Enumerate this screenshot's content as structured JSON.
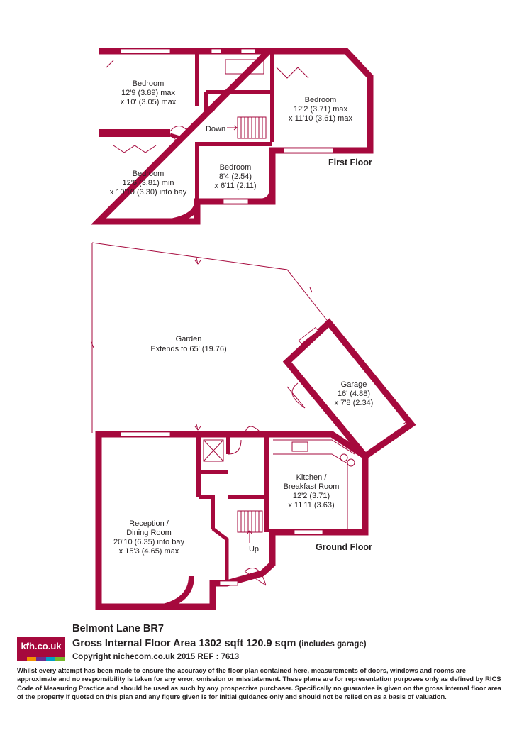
{
  "rooms": {
    "bedroom1": {
      "name": "Bedroom",
      "dim1": "12'9 (3.89) max",
      "dim2": "x 10' (3.05) max"
    },
    "bedroom2": {
      "name": "Bedroom",
      "dim1": "12'2 (3.71) max",
      "dim2": "x 11'10 (3.61) max"
    },
    "bedroom3": {
      "name": "Bedroom",
      "dim1": "12'6 (3.81) min",
      "dim2": "x 10'10 (3.30) into bay"
    },
    "bedroom4": {
      "name": "Bedroom",
      "dim1": "8'4 (2.54)",
      "dim2": "x 6'11 (2.11)"
    },
    "garden": {
      "name": "Garden",
      "dim1": "Extends to 65' (19.76)"
    },
    "garage": {
      "name": "Garage",
      "dim1": "16' (4.88)",
      "dim2": "x 7'8 (2.34)"
    },
    "kitchen": {
      "name1": "Kitchen /",
      "name2": "Breakfast Room",
      "dim1": "12'2 (3.71)",
      "dim2": "x 11'11 (3.63)"
    },
    "reception": {
      "name1": "Reception /",
      "name2": "Dining Room",
      "dim1": "20'10 (6.35) into bay",
      "dim2": "x 15'3 (4.65) max"
    }
  },
  "stairs": {
    "down": "Down",
    "up": "Up"
  },
  "floors": {
    "first": "First Floor",
    "ground": "Ground Floor"
  },
  "footer": {
    "logo": "kfh.co.uk",
    "address": "Belmont Lane  BR7",
    "area": "Gross Internal Floor Area 1302 sqft 120.9 sqm",
    "area_note": "(includes garage)",
    "copyright": "Copyright nichecom.co.uk 2015 REF : 7613",
    "disclaimer": "Whilst every attempt has been made to ensure the accuracy of the floor plan contained here, measurements of doors, windows and rooms are approximate and no responsibility is taken for any error, omission or misstatement.  These plans are for representation purposes only as defined by RICS Code of Measuring Practice and should be used as such by any prospective purchaser.  Specifically no guarantee is given on the gross internal floor area of the property if quoted on this plan and any figure given is for initial guidance only and should not be relied on as a basis of valuation."
  },
  "colors": {
    "wall": "#a6093d",
    "text": "#231f20",
    "logo_bar": [
      "#a6093d",
      "#f39200",
      "#6c2c91",
      "#00a0c6",
      "#76b82a"
    ]
  }
}
